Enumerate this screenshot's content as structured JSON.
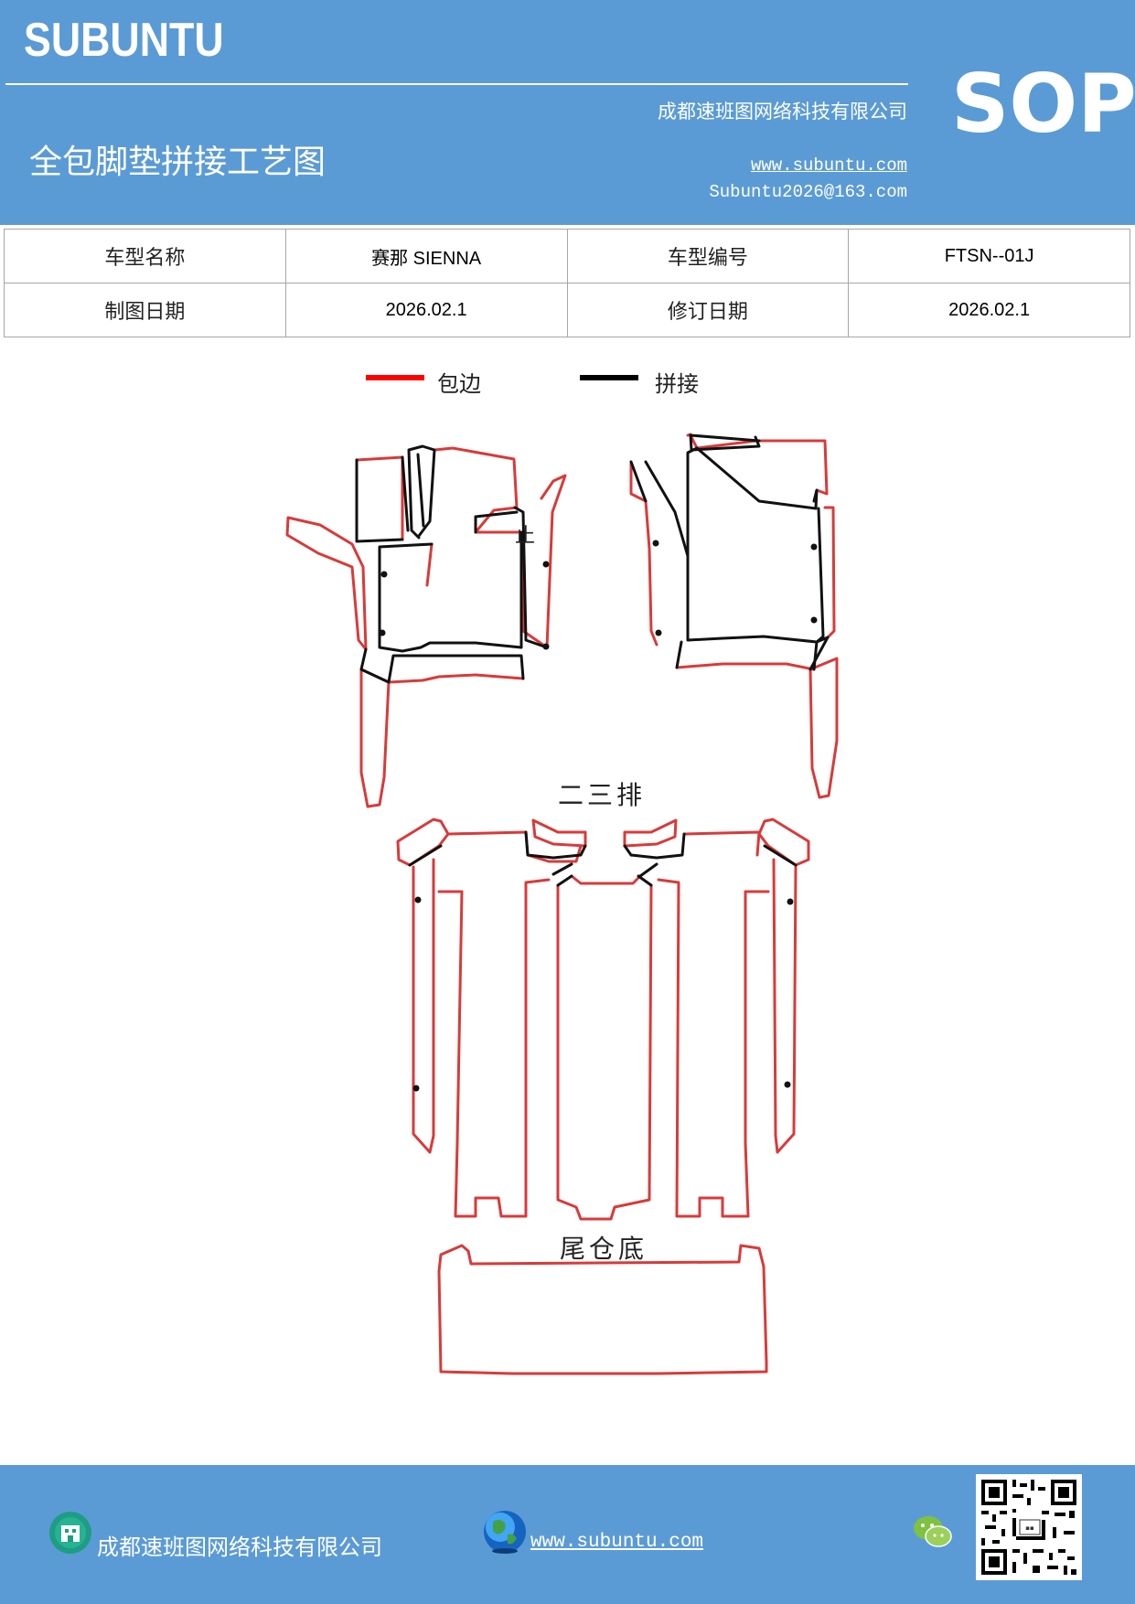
{
  "header": {
    "brand": "SUBUNTU",
    "badge": "SOP",
    "doc_title": "全包脚垫拼接工艺图",
    "company": "成都速班图网络科技有限公司",
    "website": "www.subuntu.com",
    "email": "Subuntu2026@163.com"
  },
  "info_table": {
    "rows": [
      [
        "车型名称",
        "赛那 SIENNA",
        "车型编号",
        "FTSN--01J"
      ],
      [
        "制图日期",
        "2026.02.1",
        "修订日期",
        "2026.02.1"
      ]
    ]
  },
  "legend": {
    "items": [
      {
        "label": "包边",
        "color": "#ff0000"
      },
      {
        "label": "拼接",
        "color": "#000000"
      }
    ]
  },
  "diagram": {
    "labels": {
      "row_label": "二三排",
      "trunk_label": "尾仓底",
      "mark": "止"
    },
    "colors": {
      "edge": "#d93a3a",
      "seam": "#111111"
    }
  },
  "footer": {
    "company": "成都速班图网络科技有限公司",
    "website": "www.subuntu.com",
    "icons": [
      "building-icon",
      "globe-icon",
      "wechat-icon",
      "qr-code"
    ]
  }
}
